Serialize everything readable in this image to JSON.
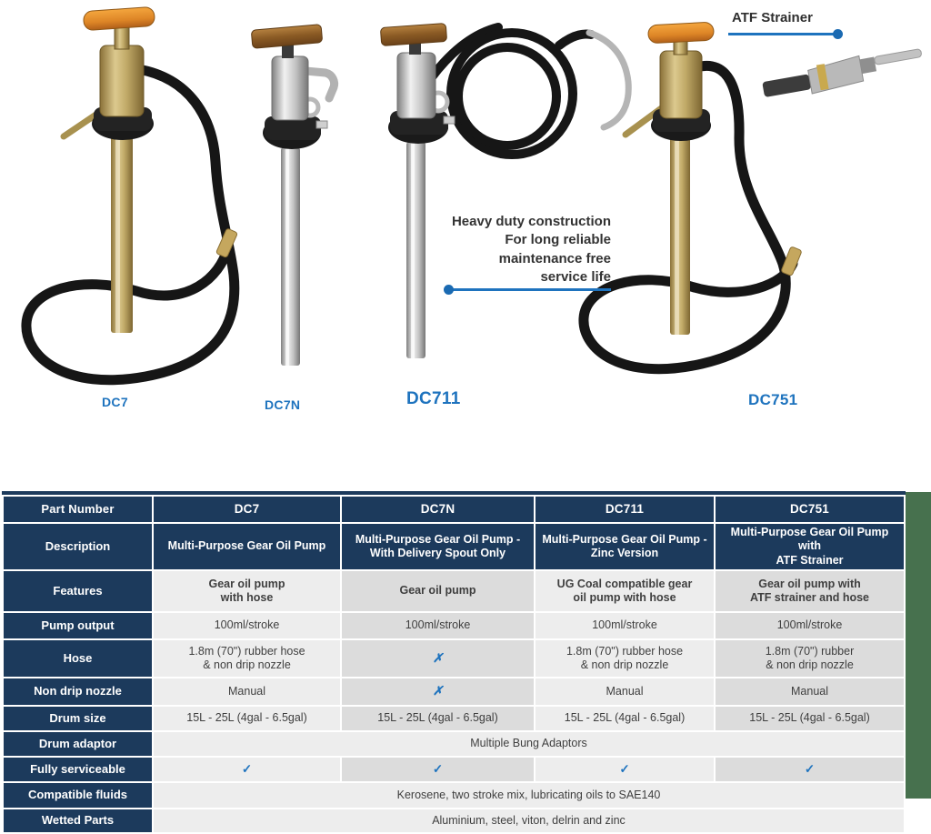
{
  "page": {
    "accent_blue": "#1e73be",
    "navy": "#1c3a5c",
    "green_strip": "#47714e"
  },
  "products": [
    {
      "label": "DC7"
    },
    {
      "label": "DC7N"
    },
    {
      "label": "DC711"
    },
    {
      "label": "DC751"
    }
  ],
  "annotations": {
    "atf_strainer": "ATF Strainer",
    "heavy_duty": "Heavy duty construction\nFor long reliable\nmaintenance free\nservice life"
  },
  "table": {
    "corner_label": "Part Number",
    "columns": [
      "DC7",
      "DC7N",
      "DC711",
      "DC751"
    ],
    "rows": [
      {
        "label": "Description",
        "values": [
          "Multi-Purpose Gear Oil Pump",
          "Multi-Purpose Gear Oil Pump -\nWith Delivery Spout Only",
          "Multi-Purpose Gear Oil Pump -\nZinc Version",
          "Multi-Purpose Gear Oil Pump with\nATF Strainer"
        ]
      },
      {
        "label": "Features",
        "values": [
          "Gear oil pump\nwith hose",
          "Gear oil pump",
          "UG Coal compatible gear\noil pump with hose",
          "Gear oil pump with\nATF strainer and hose"
        ]
      },
      {
        "label": "Pump output",
        "values": [
          "100ml/stroke",
          "100ml/stroke",
          "100ml/stroke",
          "100ml/stroke"
        ]
      },
      {
        "label": "Hose",
        "values": [
          "1.8m (70\") rubber hose\n& non drip nozzle",
          "✗",
          "1.8m (70\") rubber hose\n& non drip nozzle",
          "1.8m (70\") rubber\n& non drip nozzle"
        ]
      },
      {
        "label": "Non drip nozzle",
        "values": [
          "Manual",
          "✗",
          "Manual",
          "Manual"
        ]
      },
      {
        "label": "Drum size",
        "values": [
          "15L - 25L (4gal - 6.5gal)",
          "15L - 25L (4gal - 6.5gal)",
          "15L - 25L (4gal - 6.5gal)",
          "15L - 25L (4gal - 6.5gal)"
        ]
      },
      {
        "label": "Drum adaptor",
        "span_value": "Multiple Bung Adaptors"
      },
      {
        "label": "Fully serviceable",
        "values": [
          "✓",
          "✓",
          "✓",
          "✓"
        ]
      },
      {
        "label": "Compatible fluids",
        "span_value": "Kerosene, two stroke mix, lubricating oils to SAE140"
      },
      {
        "label": "Wetted Parts",
        "span_value": "Aluminium, steel, viton, delrin and zinc"
      }
    ]
  }
}
